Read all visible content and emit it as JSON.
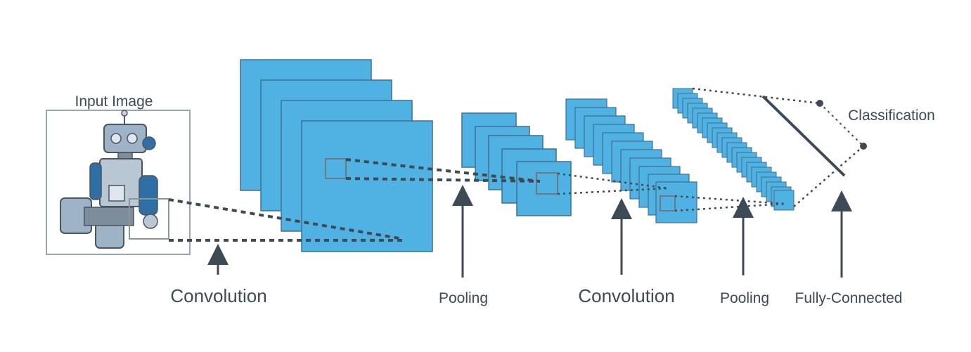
{
  "diagram": {
    "colors": {
      "fmap_fill": "#4fb2e2",
      "fmap_stroke": "#3f6f93",
      "connector": "#3e4a56",
      "text": "#3e4a56"
    },
    "labels": {
      "input_image": "Input Image",
      "conv1": "Convolution",
      "pool1": "Pooling",
      "conv2": "Convolution",
      "pool2": "Pooling",
      "fully_connected": "Fully-Connected",
      "classification": "Classification"
    },
    "stages": {
      "conv1_feature_maps": 4,
      "pool1_feature_maps": 5,
      "conv2_feature_maps": 11,
      "pool2_feature_maps": 22,
      "output_nodes": 2
    }
  }
}
